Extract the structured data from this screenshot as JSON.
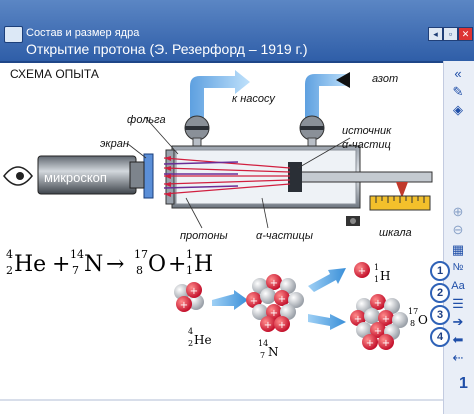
{
  "window": {
    "title_top": "Состав и размер ядра",
    "title_main": "Открытие протона (Э. Резерфорд – 1919 г.)",
    "buttons": [
      "◂",
      "▫",
      "✕"
    ]
  },
  "diagram": {
    "heading": "СХЕМА ОПЫТА",
    "labels": {
      "foil": "фольга",
      "screen": "экран",
      "microscope": "микроскоп",
      "to_pump": "к насосу",
      "nitrogen": "азот",
      "source_line1": "источник",
      "source_line2": "α-частиц",
      "protons": "протоны",
      "alpha": "α-частицы",
      "scale": "шкала"
    }
  },
  "equation": {
    "he_a": "4",
    "he_z": "2",
    "he": "He",
    "plus1": "+",
    "n_a": "14",
    "n_z": "7",
    "n": "N",
    "arrow": "→",
    "o_a": "17",
    "o_z": "8",
    "o": "O",
    "plus2": "+",
    "h_a": "1",
    "h_z": "1",
    "h": "H"
  },
  "animation": {
    "he_a": "4",
    "he_z": "2",
    "he": "He",
    "n_a": "14",
    "n_z": "7",
    "n": "N",
    "h_a": "1",
    "h_z": "1",
    "h": "H",
    "o_a": "17",
    "o_z": "8",
    "o": "O"
  },
  "sidebar": {
    "steps": [
      "1",
      "2",
      "3",
      "4"
    ],
    "page": "1"
  }
}
